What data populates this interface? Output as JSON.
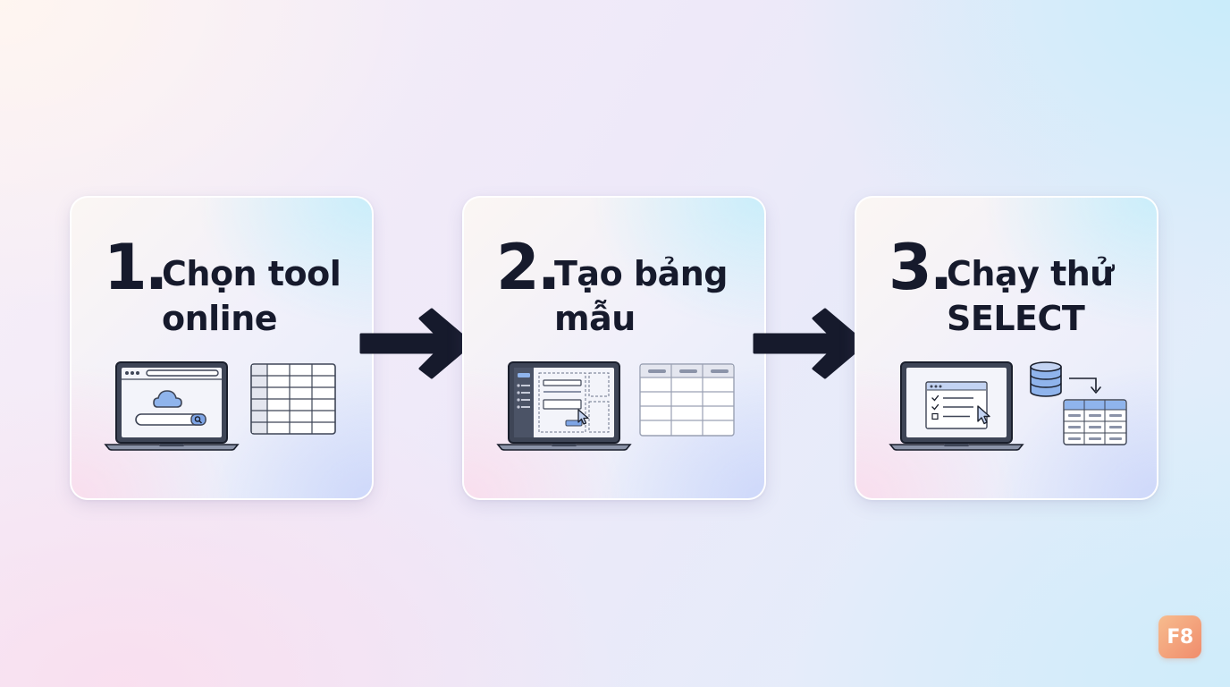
{
  "steps": [
    {
      "number": "1.",
      "title_line1": "Chọn tool",
      "title_line2": "online"
    },
    {
      "number": "2.",
      "title_line1": "Tạo bảng",
      "title_line2": "mẫu"
    },
    {
      "number": "3.",
      "title_line1": "Chạy thử",
      "title_line2": "SELECT"
    }
  ],
  "logo": {
    "text": "F8"
  },
  "colors": {
    "ink": "#161a2c",
    "accent_blue": "#7ea5e6",
    "cloud_blue": "#8fb4ec",
    "logo_gradient_start": "#f7bc8e",
    "logo_gradient_end": "#f08c6c"
  },
  "icons": [
    "laptop-browser-icon",
    "cloud-icon",
    "search-icon",
    "table-grid-icon",
    "form-builder-icon",
    "cursor-icon",
    "checklist-icon",
    "database-icon",
    "arrow-icon"
  ]
}
